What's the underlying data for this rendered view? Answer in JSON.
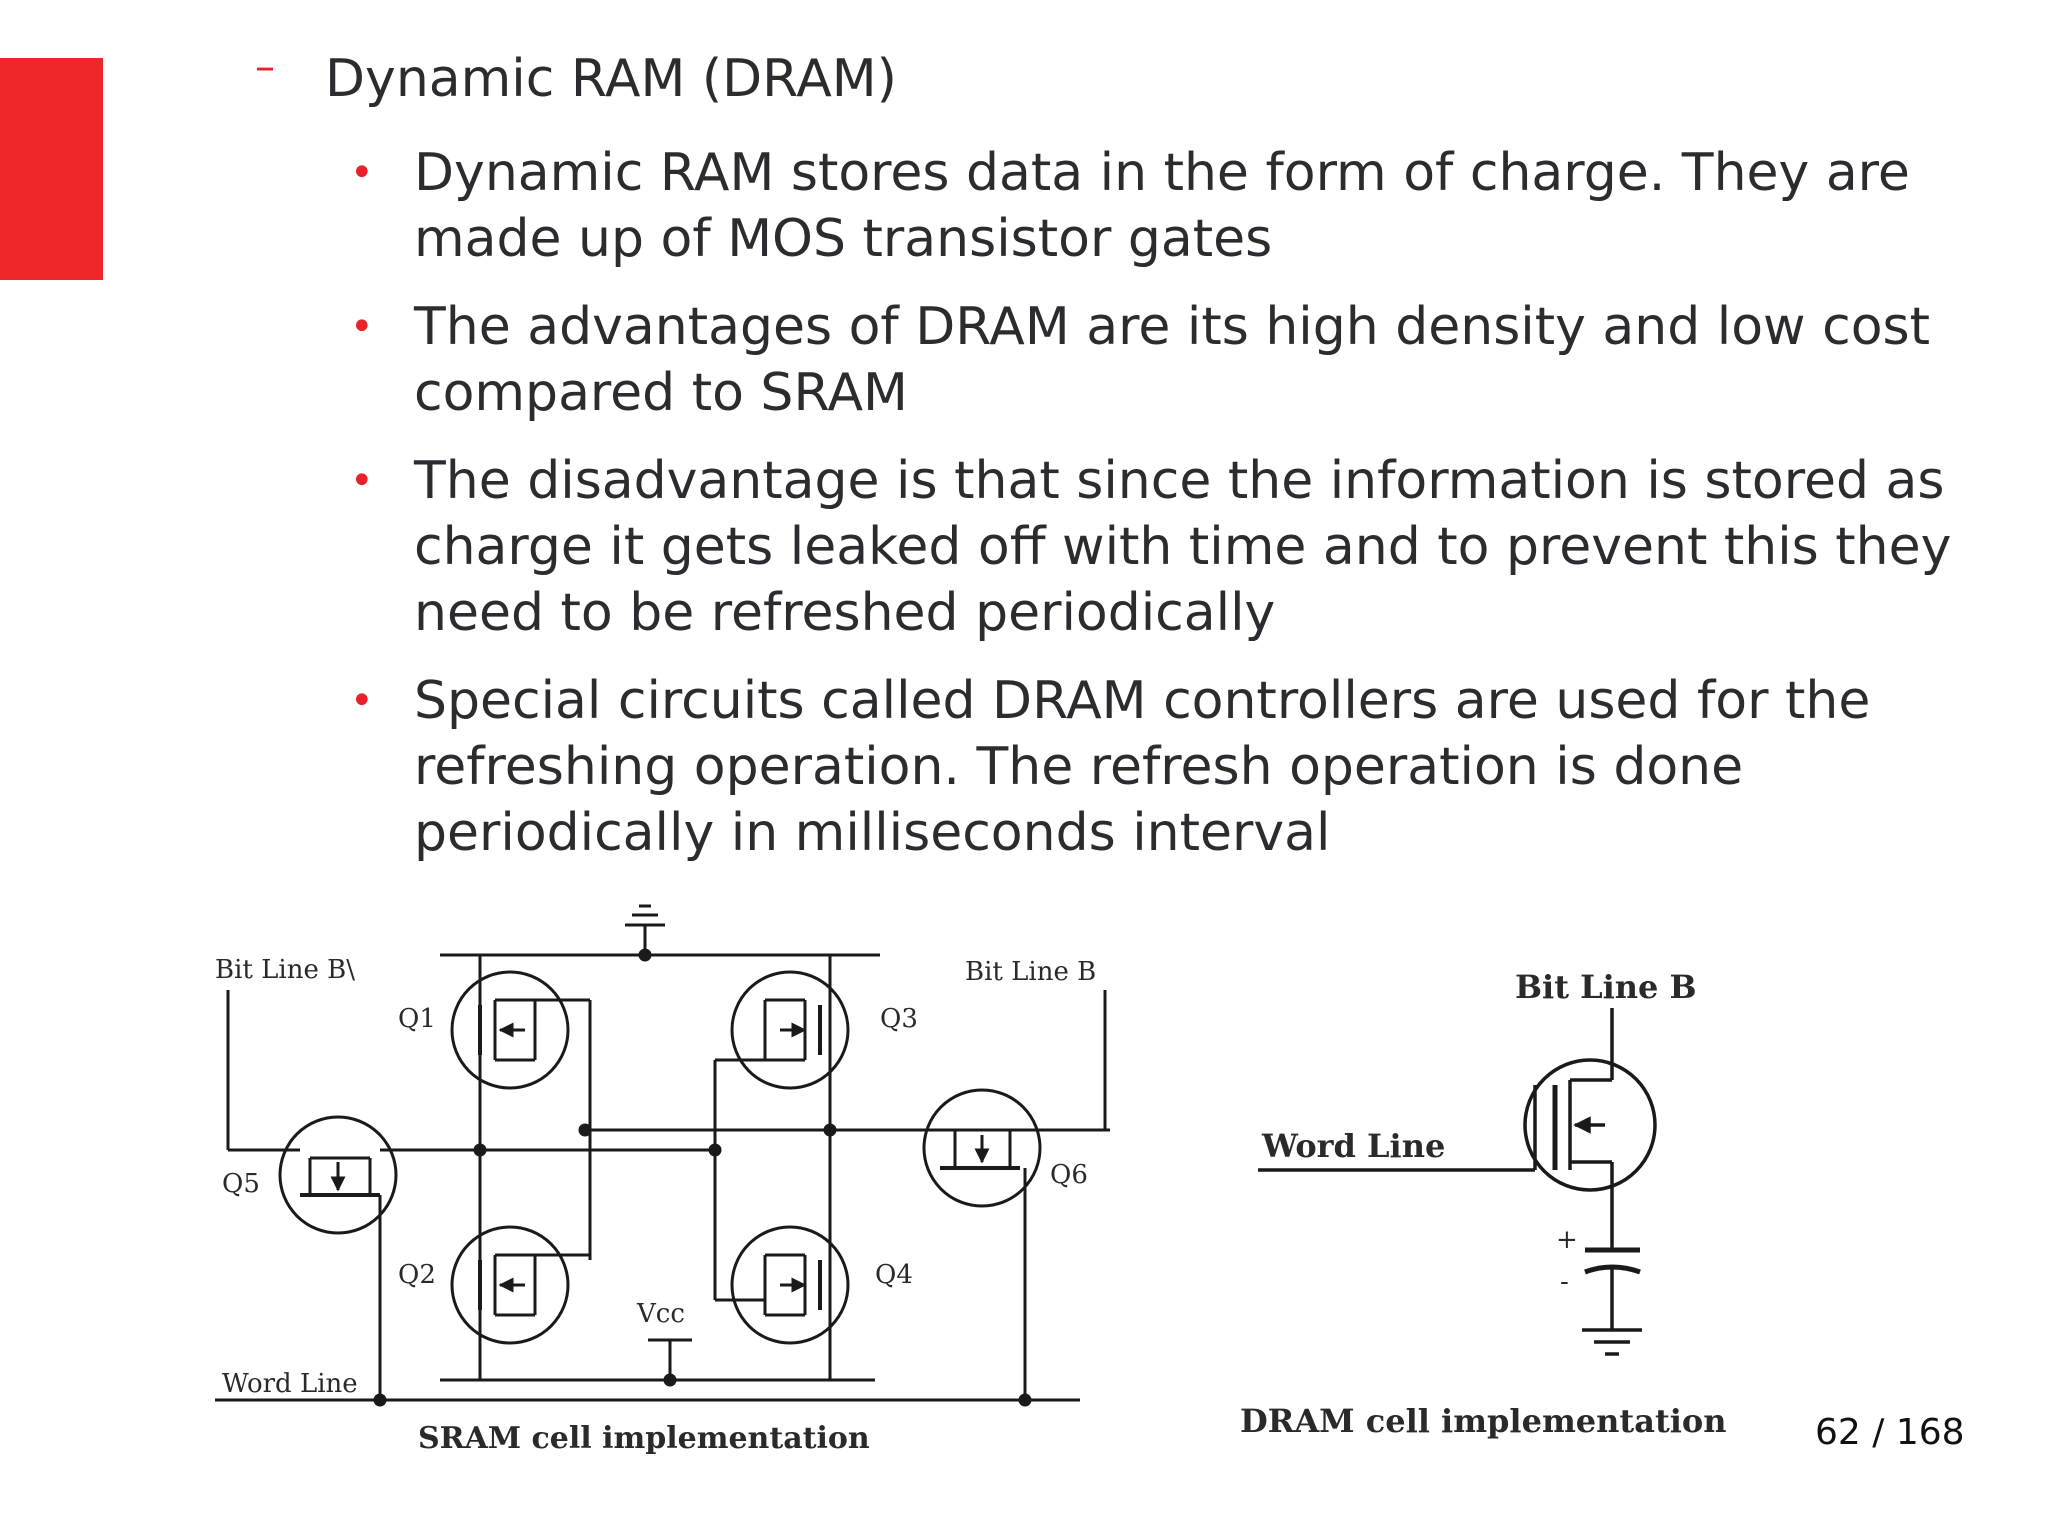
{
  "slide": {
    "heading_marker": "–",
    "heading": "Dynamic RAM (DRAM)",
    "bullet_marker": "•",
    "bullets": [
      "Dynamic RAM stores data in the form of charge. They are made up of MOS transistor gates",
      "The advantages of DRAM are its high density and low cost compared to SRAM",
      "The disadvantage is that since the information is stored as charge it gets leaked off with time and to prevent this they need to be refreshed periodically",
      "Special circuits called DRAM controllers are used for the refreshing operation. The refresh operation is done periodically in milliseconds interval"
    ],
    "page_number": "62 / 168",
    "accent_color": "#f0262a"
  },
  "sram": {
    "bit_line_bar": "Bit Line B\\",
    "bit_line": "Bit Line B",
    "q1": "Q1",
    "q2": "Q2",
    "q3": "Q3",
    "q4": "Q4",
    "q5": "Q5",
    "q6": "Q6",
    "vcc": "Vcc",
    "word_line": "Word Line",
    "caption": "SRAM cell implementation"
  },
  "dram": {
    "bit_line": "Bit Line B",
    "word_line": "Word Line",
    "plus": "+",
    "minus": "-",
    "caption": "DRAM cell implementation"
  }
}
